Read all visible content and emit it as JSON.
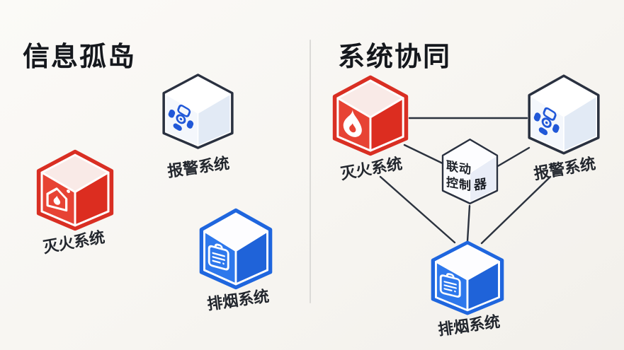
{
  "left_panel": {
    "title": "信息孤岛",
    "nodes": [
      {
        "id": "alarm-system",
        "label": "报警系统",
        "icon": "alarm-sensor-icon"
      },
      {
        "id": "fire-suppression-system",
        "label": "灭火系统",
        "icon": "burning-house-icon"
      },
      {
        "id": "smoke-exhaust-system",
        "label": "排烟系统",
        "icon": "clipboard-icon"
      }
    ]
  },
  "right_panel": {
    "title": "系统协同",
    "nodes": [
      {
        "id": "fire-suppression-system",
        "label": "灭火系统",
        "icon": "flame-icon"
      },
      {
        "id": "alarm-system",
        "label": "报警系统",
        "icon": "alarm-sensor-icon"
      },
      {
        "id": "linkage-controller",
        "label": "联动控制器",
        "label_parts": {
          "line1": "联动",
          "line2": "控制",
          "line3": "器"
        }
      },
      {
        "id": "smoke-exhaust-system",
        "label": "排烟系统",
        "icon": "clipboard-icon"
      }
    ],
    "connections": [
      {
        "from": "灭火系统",
        "to": "报警系统"
      },
      {
        "from": "灭火系统",
        "to": "联动控制器"
      },
      {
        "from": "报警系统",
        "to": "联动控制器"
      },
      {
        "from": "灭火系统",
        "to": "排烟系统"
      },
      {
        "from": "报警系统",
        "to": "排烟系统"
      },
      {
        "from": "联动控制器",
        "to": "排烟系统"
      }
    ]
  },
  "colors": {
    "red_outline": "#d92f23",
    "red_left": "#e74334",
    "red_right": "#dc2d20",
    "red_top": "#f9eae7",
    "blue_outline": "#1f66de",
    "blue_left": "#2e78ec",
    "blue_right": "#1f63d9",
    "blue_top": "#fdfdff",
    "light_outline": "#2a3140",
    "light_left": "#f4f7fc",
    "light_right": "#e2eaf5",
    "light_top": "#ffffff",
    "ctrl_left": "#fafbfe",
    "ctrl_right": "#e9edf7",
    "ctrl_top": "#fdfdff",
    "icon_blue": "#2158d8",
    "line": "#2b323e",
    "divider": "#dbdad7",
    "label_text": "#23272e"
  }
}
